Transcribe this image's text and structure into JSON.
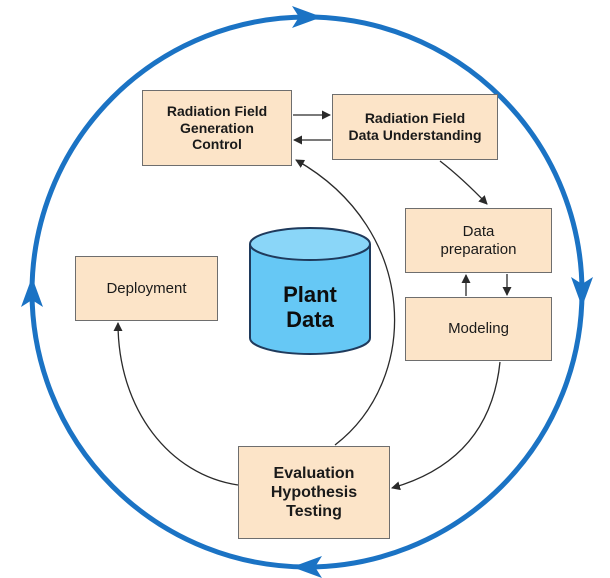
{
  "diagram": {
    "boxes": {
      "control": "Radiation Field\nGeneration\nControl",
      "understanding": "Radiation Field\nData Understanding",
      "preparation": "Data\npreparation",
      "modeling": "Modeling",
      "deployment": "Deployment",
      "evaluation": "Evaluation\nHypothesis\nTesting"
    },
    "database": "Plant\nData"
  },
  "colors": {
    "cycle_ring": "#1b73c4",
    "box_fill": "#fce4c8",
    "box_border": "#6e6e6e",
    "cylinder_fill": "#66c8f5",
    "cylinder_stroke": "#1f3a5c",
    "arrow": "#2a2a2a"
  },
  "icons": [
    "database-cylinder-icon",
    "cycle-arrow-icon"
  ]
}
